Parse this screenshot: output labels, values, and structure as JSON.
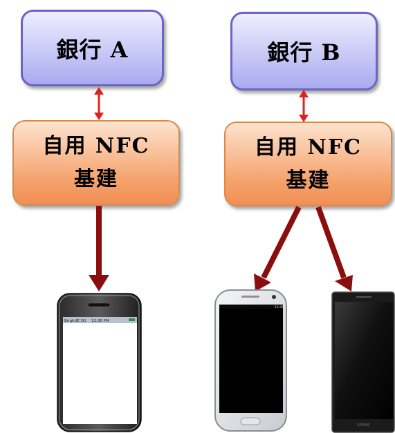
{
  "banks": [
    {
      "label": "銀行 A"
    },
    {
      "label": "銀行 B"
    }
  ],
  "infrastructure": [
    {
      "line1": "自用 NFC",
      "line2": "基建"
    },
    {
      "line1": "自用 NFC",
      "line2": "基建"
    }
  ],
  "phone_a": {
    "status_carrier": "BrightIE 3G",
    "status_time": "12:36 PM"
  },
  "phone_b1": {
    "status_time": "12:45"
  },
  "phone_b2": {
    "brand_text": "XPERIA"
  },
  "colors": {
    "bank_fill": "#a9abef",
    "bank_border": "#6a63c8",
    "infra_fill": "#f5a36d",
    "infra_border": "#d88a4c",
    "link_arrow": "#e0221e",
    "flow_arrow": "#8b0e0e"
  }
}
